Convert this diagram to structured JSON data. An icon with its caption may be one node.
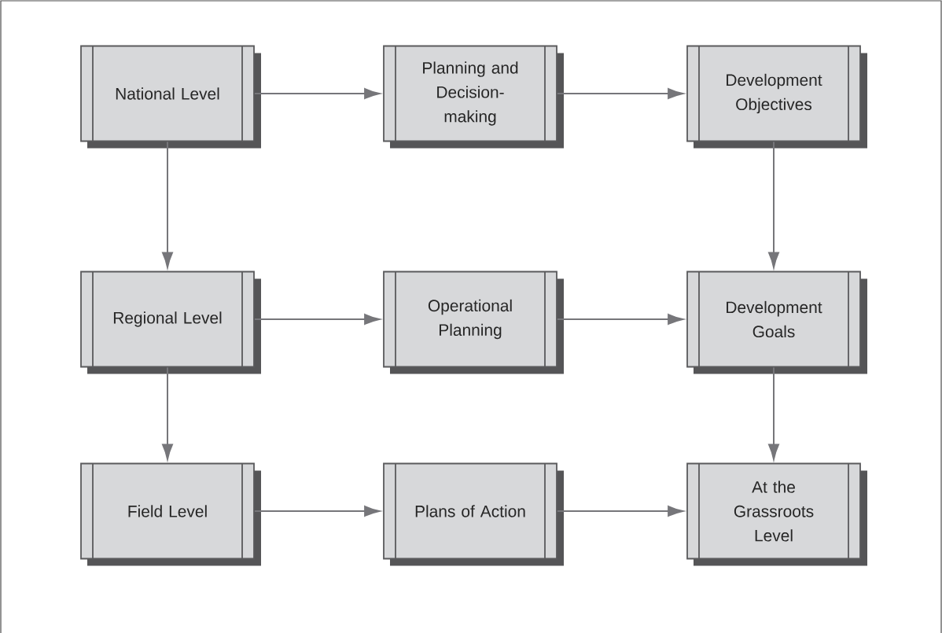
{
  "diagram": {
    "nodes": [
      {
        "text": [
          "National Level"
        ]
      },
      {
        "text": [
          "Planning and Decision-making"
        ]
      },
      {
        "text": [
          "Development Objectives"
        ]
      },
      {
        "text": [
          "Regional Level"
        ]
      },
      {
        "text": [
          "Operational Planning"
        ]
      },
      {
        "text": [
          "Development Goals"
        ]
      },
      {
        "text": [
          "Field Level"
        ]
      },
      {
        "text": [
          "Plans of Action"
        ]
      },
      {
        "text": [
          "At the Grassroots Level"
        ]
      }
    ],
    "edges": [
      {
        "from": 0,
        "to": 1,
        "arrow": "to"
      },
      {
        "from": 1,
        "to": 2,
        "arrow": "to"
      },
      {
        "from": 0,
        "to": 3,
        "arrow": "to"
      },
      {
        "from": 2,
        "to": 5,
        "arrow": "to"
      },
      {
        "from": 3,
        "to": 4,
        "arrow": "to"
      },
      {
        "from": 4,
        "to": 5,
        "arrow": "to"
      },
      {
        "from": 3,
        "to": 6,
        "arrow": "to"
      },
      {
        "from": 5,
        "to": 8,
        "arrow": "to"
      },
      {
        "from": 6,
        "to": 7,
        "arrow": "to"
      },
      {
        "from": 7,
        "to": 8,
        "arrow": "to"
      }
    ]
  }
}
